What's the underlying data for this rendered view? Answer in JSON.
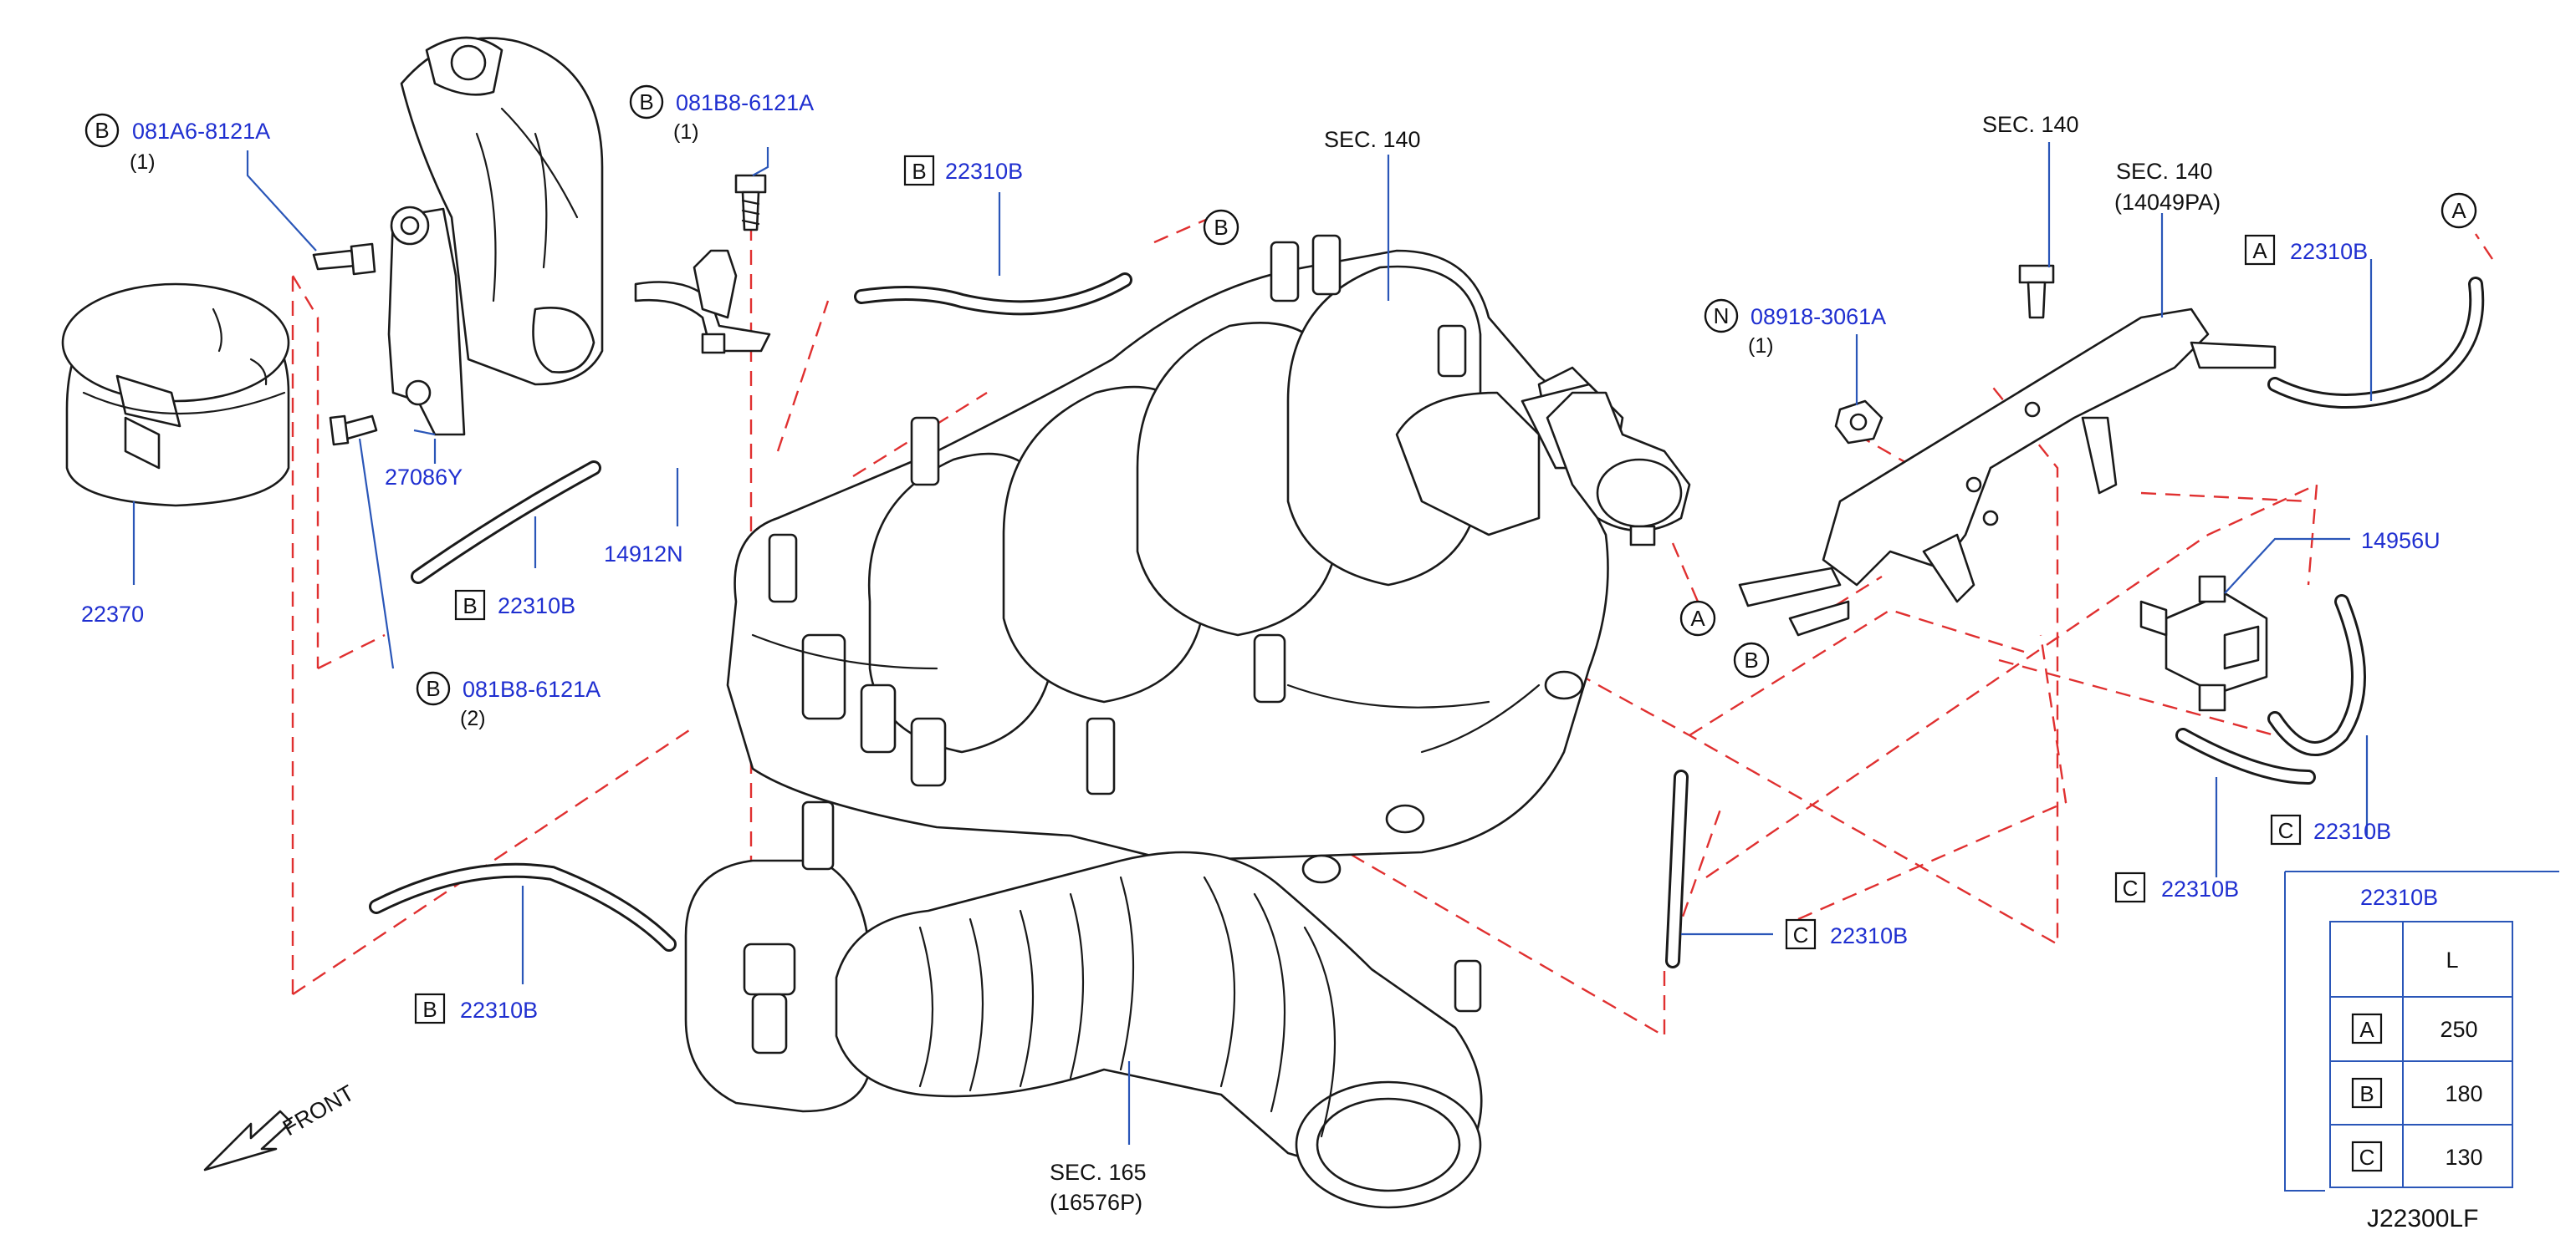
{
  "callouts": {
    "bolt_081a6": {
      "badge": "B",
      "part": "081A6-8121A",
      "qty": "(1)"
    },
    "bolt_081b8_top": {
      "badge": "B",
      "part": "081B8-6121A",
      "qty": "(1)"
    },
    "bolt_081b8_low": {
      "badge": "B",
      "part": "081B8-6121A",
      "qty": "(2)"
    },
    "nut_08918": {
      "badge": "N",
      "part": "08918-3061A",
      "qty": "(1)"
    },
    "bracket_27086y": {
      "part": "27086Y"
    },
    "canister_22370": {
      "part": "22370"
    },
    "pipe_14912n": {
      "part": "14912N"
    },
    "valve_14956u": {
      "part": "14956U"
    },
    "hose_top_b": {
      "badge": "B",
      "part": "22310B"
    },
    "hose_mid_b": {
      "badge": "B",
      "part": "22310B"
    },
    "hose_low_b": {
      "badge": "B",
      "part": "22310B"
    },
    "hose_right_a": {
      "badge": "A",
      "part": "22310B"
    },
    "hose_right_c1": {
      "badge": "C",
      "part": "22310B"
    },
    "hose_right_c2": {
      "badge": "C",
      "part": "22310B"
    },
    "hose_center_c": {
      "badge": "C",
      "part": "22310B"
    },
    "sec_140_manifold": {
      "text": "SEC.  140"
    },
    "sec_140_top": {
      "text": "SEC.  140"
    },
    "sec_140_bracket": {
      "text": "SEC.  140",
      "sub": "(14049PA)"
    },
    "sec_165": {
      "text": "SEC.  165",
      "sub": "(16576P)"
    },
    "conn_a_top": "A",
    "conn_a_mid": "A",
    "conn_b_top": "B",
    "conn_b_mid": "B"
  },
  "front_label": "FRONT",
  "length_table": {
    "title": "22310B",
    "header_l": "L",
    "rows": [
      {
        "code": "A",
        "length": "250"
      },
      {
        "code": "B",
        "length": "180"
      },
      {
        "code": "C",
        "length": "130"
      }
    ]
  },
  "diagram_code": "J22300LF"
}
